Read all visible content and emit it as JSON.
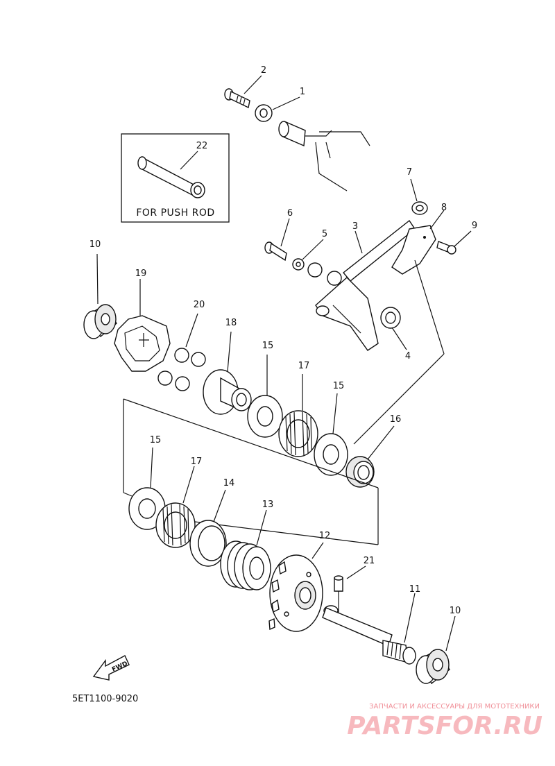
{
  "inset": {
    "label": "FOR PUSH ROD"
  },
  "diagram_code": "5ET1100-9020",
  "fwd_label": "FWD",
  "watermark": {
    "subtitle": "ЗАПЧАСТИ И АКСЕССУАРЫ ДЛЯ МОТОТЕХНИКИ",
    "logo": "PARTSFOR.RU"
  },
  "callouts": {
    "p1": "1",
    "p2": "2",
    "p3": "3",
    "p4": "4",
    "p5": "5",
    "p6": "6",
    "p7": "7",
    "p8": "8",
    "p9": "9",
    "p10a": "10",
    "p10b": "10",
    "p11": "11",
    "p12": "12",
    "p13": "13",
    "p14": "14",
    "p15a": "15",
    "p15b": "15",
    "p15c": "15",
    "p16": "16",
    "p17a": "17",
    "p17b": "17",
    "p18": "18",
    "p19": "19",
    "p20": "20",
    "p21": "21",
    "p22": "22"
  }
}
